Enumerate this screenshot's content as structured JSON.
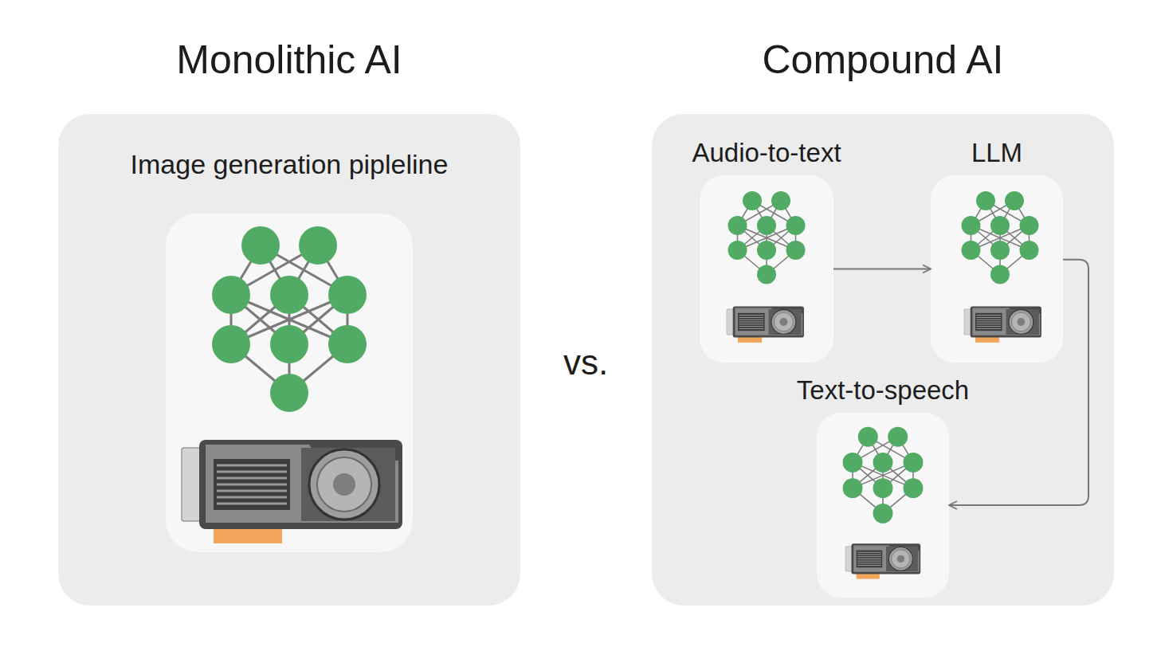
{
  "diagram": {
    "nodes": [
      {
        "text": [
          "Monolithic AI"
        ]
      },
      {
        "text": [
          "Image generation pipleline"
        ],
        "in": 0
      },
      {
        "text": [
          "Compound AI"
        ]
      },
      {
        "text": [
          "Audio-to-text"
        ],
        "in": 2
      },
      {
        "text": [
          "LLM"
        ],
        "in": 2
      },
      {
        "text": [
          "Text-to-speech"
        ],
        "in": 2
      }
    ],
    "edges": [
      {
        "from": 3,
        "to": 4,
        "arrow": "to"
      },
      {
        "from": 4,
        "to": 5,
        "arrow": "to"
      }
    ],
    "labels": [
      "vs."
    ]
  }
}
